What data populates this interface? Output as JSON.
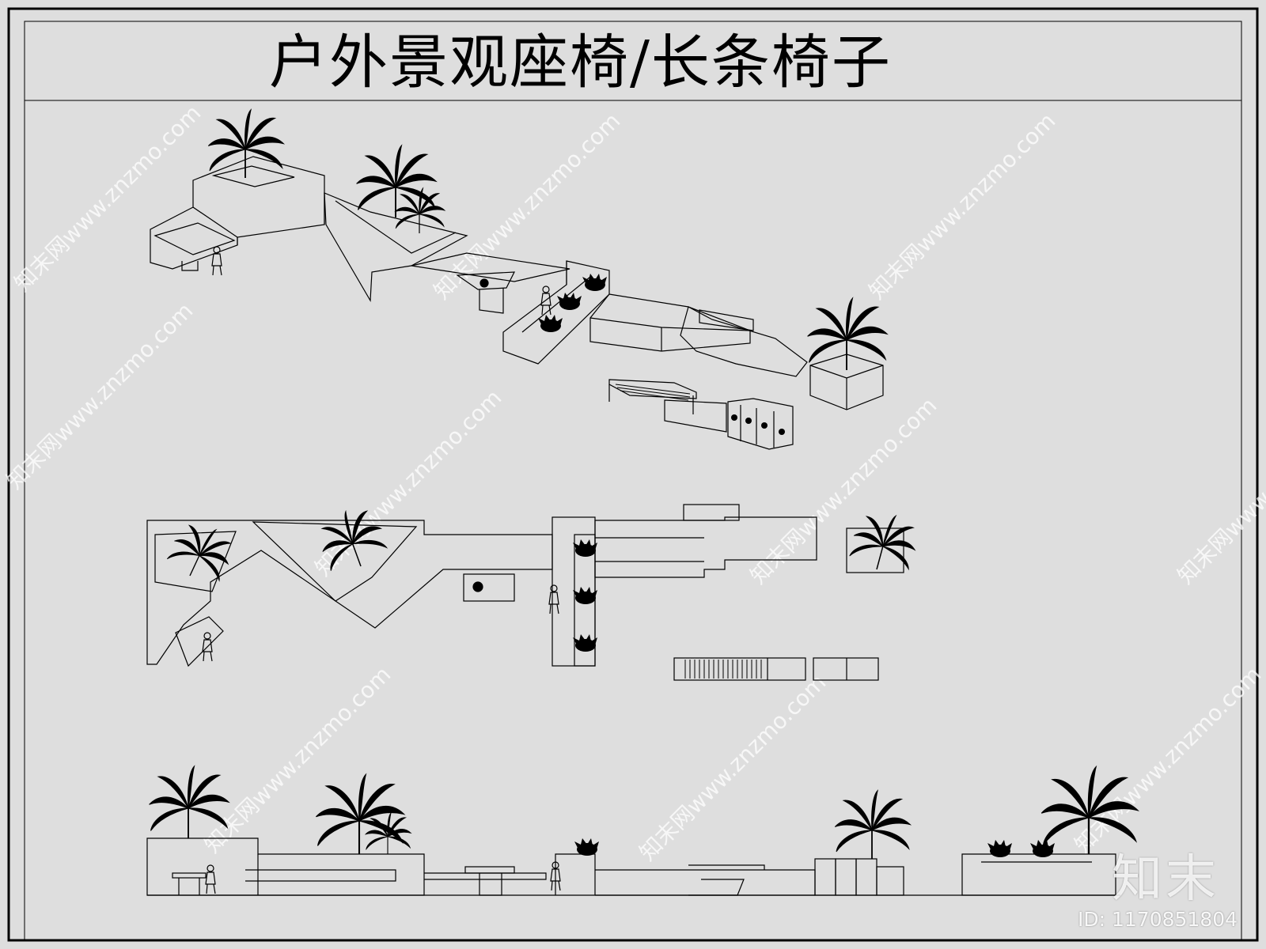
{
  "drawing": {
    "title": "户外景观座椅/长条椅子",
    "colors": {
      "sheet": "#dedede",
      "line": "#000000",
      "frame": "#000000"
    }
  },
  "watermark": {
    "site_text": "知末网www.znzmo.com",
    "logo": "知末",
    "id_text": "ID: 1170851804"
  },
  "views": [
    {
      "name": "axonometric-view",
      "icon": "palm-tree-icon"
    },
    {
      "name": "plan-view",
      "icon": "palm-tree-icon"
    },
    {
      "name": "elevation-view",
      "icon": "palm-tree-icon"
    }
  ]
}
